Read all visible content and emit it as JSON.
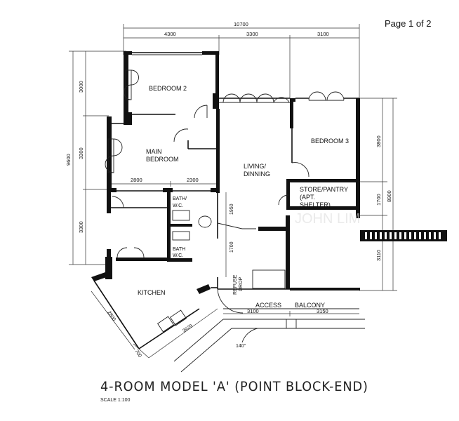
{
  "page_label": "Page 1 of 2",
  "title": "4-ROOM MODEL 'A' (POINT BLOCK-END)",
  "scale": "SCALE 1:100",
  "rooms": {
    "bedroom2": "BEDROOM 2",
    "main_bedroom_1": "MAIN",
    "main_bedroom_2": "BEDROOM",
    "bedroom3": "BEDROOM 3",
    "living_1": "LIVING/",
    "living_2": "DINNING",
    "store_1": "STORE/PANTRY",
    "store_2": "(APT.",
    "store_3": "SHELTER)",
    "bath_wc_1": "BATH/",
    "bath_wc_2": "W.C.",
    "bath_2": "BATH",
    "bath_2b": "W.C.",
    "kitchen": "KITCHEN",
    "refuse": "REFUSE",
    "drop": "DROP",
    "access": "ACCESS",
    "balcony": "BALCONY"
  },
  "dimensions": {
    "total_width": "10700",
    "w_4300": "4300",
    "w_3300": "3300",
    "w_3100": "3100",
    "left_total": "9600",
    "left_3000": "3000",
    "left_3300a": "3300",
    "left_3300b": "3300",
    "right_3800": "3800",
    "right_1700": "1700",
    "right_3110": "3110",
    "right_8900": "8900",
    "bed_2800": "2800",
    "bed_2300": "2300",
    "inner_1950": "1950",
    "inner_1700": "1700",
    "access_3100": "3100",
    "balcony_3150": "3150",
    "kitchen_2800": "2800",
    "kitchen_3929": "3929",
    "kitchen_700": "700",
    "angle": "140°"
  },
  "watermark": "JOHN LIM"
}
